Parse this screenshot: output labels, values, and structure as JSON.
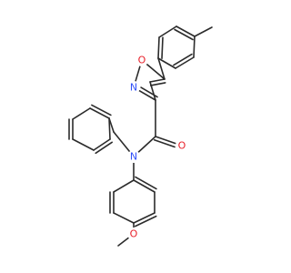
{
  "molecule": {
    "atom_labels": {
      "ring_oxygen": "O",
      "ring_nitrogen": "N",
      "amide_nitrogen": "N",
      "carbonyl_oxygen": "O",
      "methoxy_oxygen": "O"
    },
    "colors": {
      "bond": "#2b2b2b",
      "oxygen": "#e8202a",
      "nitrogen": "#3050f8"
    }
  }
}
